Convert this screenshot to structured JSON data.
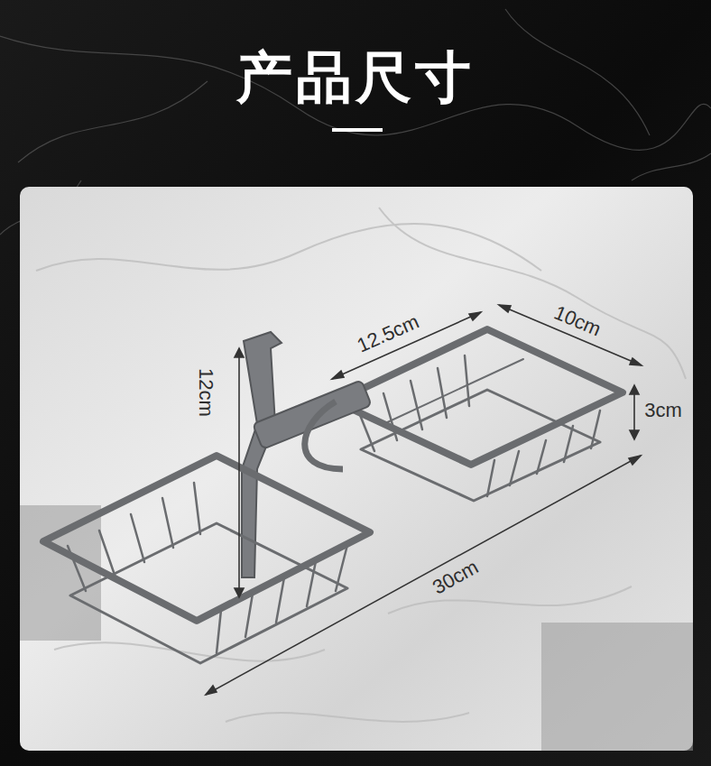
{
  "diagram": {
    "title": "产品尺寸",
    "labels": [
      "12.5cm",
      "10cm",
      "12cm",
      "3cm",
      "30cm"
    ]
  }
}
